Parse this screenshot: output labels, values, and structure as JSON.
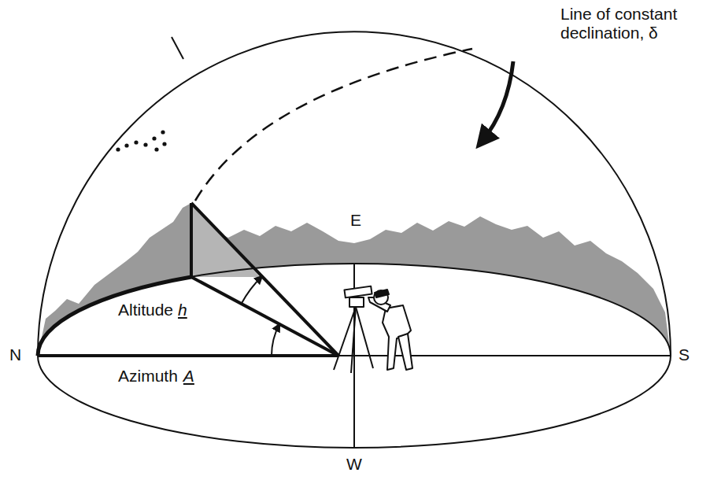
{
  "diagram": {
    "labels": [
      "Line of constant declination, δ",
      "E",
      "N",
      "S",
      "W",
      "Altitude",
      "h",
      "Azimuth",
      "A"
    ]
  }
}
